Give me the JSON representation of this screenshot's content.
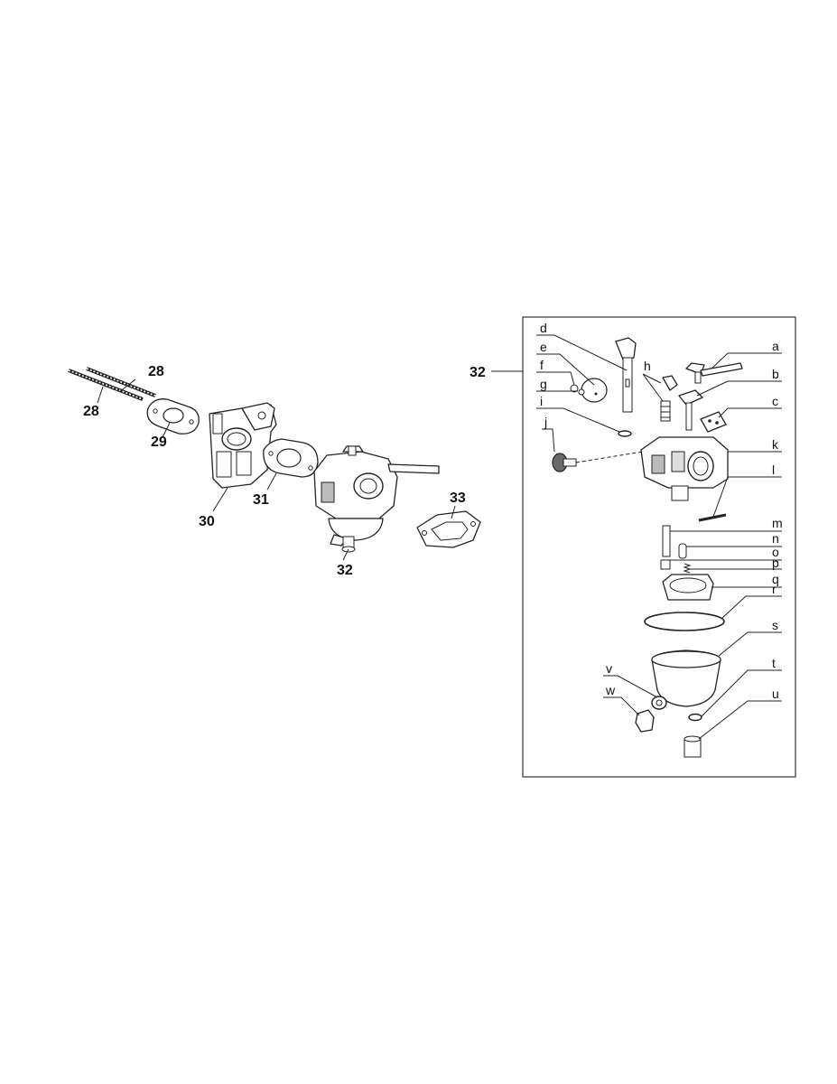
{
  "callouts": {
    "stud_a": "28",
    "stud_b": "28",
    "gasket_29": "29",
    "spacer_30": "30",
    "gasket_31": "31",
    "carburetor_32": "32",
    "gasket_33": "33",
    "detail_32": "32"
  },
  "detail_letters": {
    "a": "a",
    "b": "b",
    "c": "c",
    "d": "d",
    "e": "e",
    "f": "f",
    "g": "g",
    "h": "h",
    "i": "i",
    "j": "j",
    "k": "k",
    "l": "l",
    "m": "m",
    "n": "n",
    "o": "o",
    "p": "p",
    "q": "q",
    "r": "r",
    "s": "s",
    "t": "t",
    "u": "u",
    "v": "v",
    "w": "w"
  }
}
